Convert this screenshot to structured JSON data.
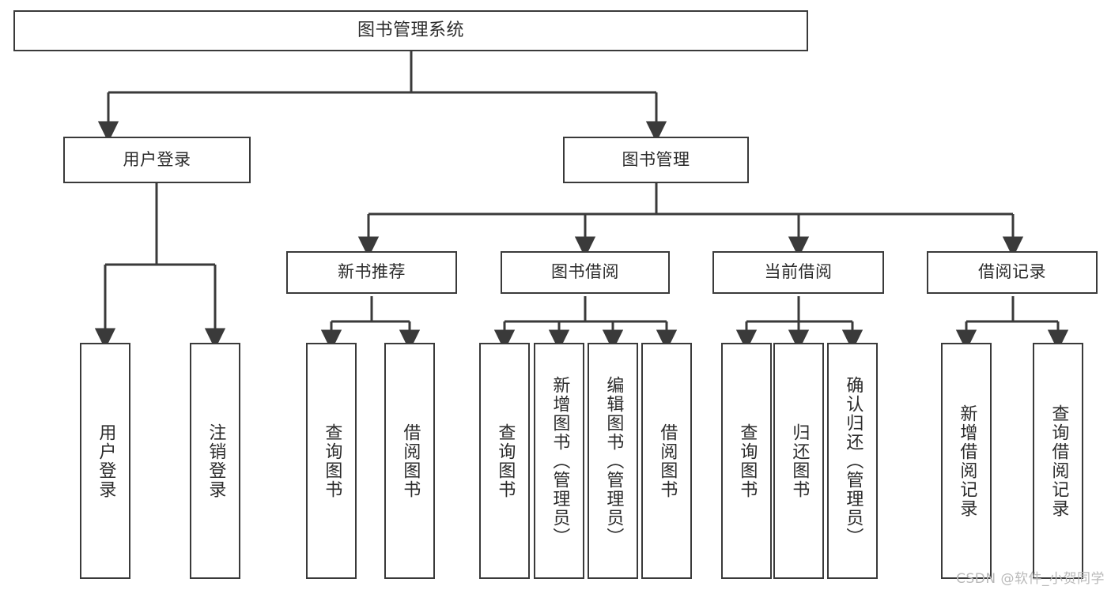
{
  "diagram": {
    "title": "图书管理系统",
    "watermark": "CSDN @软件_小贺同学",
    "line_color": "#3a3a3a",
    "box_fill": "#ffffff",
    "text_color": "#2b2b2b",
    "levels": {
      "root": {
        "label": "图书管理系统"
      },
      "level2": [
        {
          "label": "用户登录"
        },
        {
          "label": "图书管理"
        }
      ],
      "level3": [
        {
          "label": "新书推荐"
        },
        {
          "label": "图书借阅"
        },
        {
          "label": "当前借阅"
        },
        {
          "label": "借阅记录"
        }
      ],
      "leaves": {
        "user_login": [
          {
            "label": "用户登录"
          },
          {
            "label": "注销登录"
          }
        ],
        "new_book_recommend": [
          {
            "label": "查询图书"
          },
          {
            "label": "借阅图书"
          }
        ],
        "book_borrow": [
          {
            "label": "查询图书"
          },
          {
            "label": "新增图书（管理员）"
          },
          {
            "label": "编辑图书（管理员）"
          },
          {
            "label": "借阅图书"
          }
        ],
        "current_borrow": [
          {
            "label": "查询图书"
          },
          {
            "label": "归还图书"
          },
          {
            "label": "确认归还（管理员）"
          }
        ],
        "borrow_record": [
          {
            "label": "新增借阅记录"
          },
          {
            "label": "查询借阅记录"
          }
        ]
      }
    }
  }
}
